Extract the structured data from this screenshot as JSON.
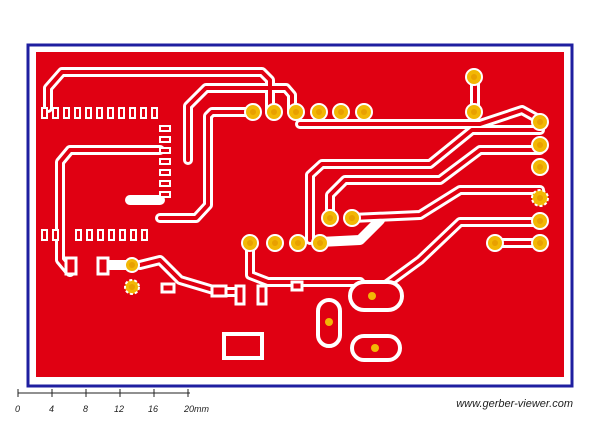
{
  "viewer": {
    "watermark": "www.gerber-viewer.com"
  },
  "scale_bar": {
    "ticks": [
      "0",
      "4",
      "8",
      "12",
      "16",
      "20mm"
    ]
  },
  "colors": {
    "copper": "#e00012",
    "clearance": "#ffffff",
    "pad": "#f2b705",
    "drill": "#e8a000",
    "outline": "#1f1fa0"
  }
}
